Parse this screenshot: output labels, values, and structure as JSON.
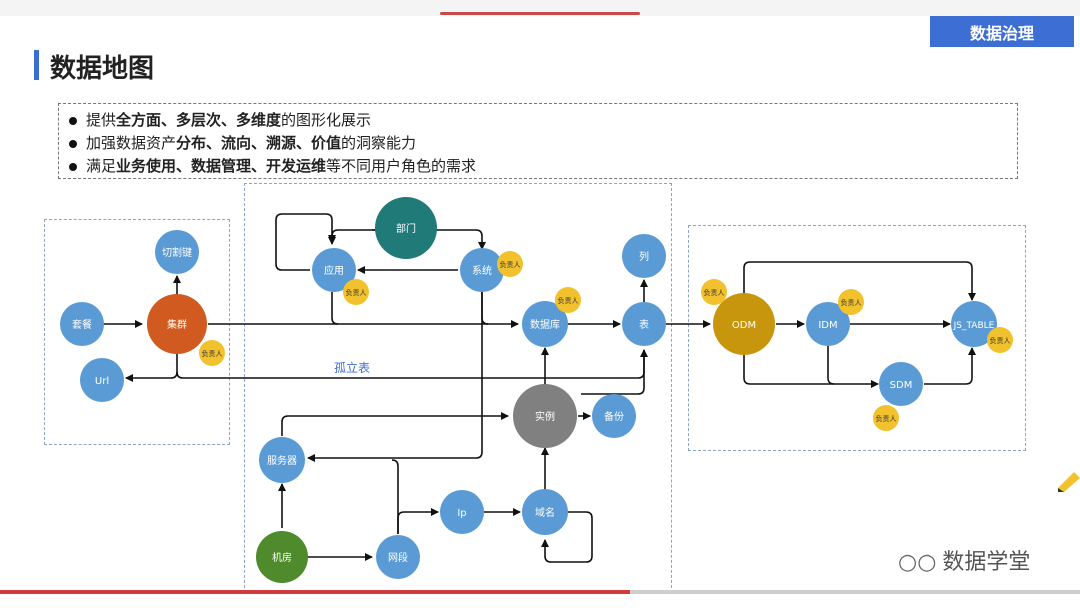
{
  "header": {
    "title": "数据地图",
    "badge": "数据治理"
  },
  "bullets": [
    {
      "parts": [
        {
          "t": "提供",
          "b": false
        },
        {
          "t": "全方面、多层次、多维度",
          "b": true
        },
        {
          "t": "的图形化展示",
          "b": false
        }
      ]
    },
    {
      "parts": [
        {
          "t": "加强数据资产",
          "b": false
        },
        {
          "t": "分布、流向、溯源、价值",
          "b": true
        },
        {
          "t": "的洞察能力",
          "b": false
        }
      ]
    },
    {
      "parts": [
        {
          "t": "满足",
          "b": false
        },
        {
          "t": "业务使用、数据管理、开发运维",
          "b": true
        },
        {
          "t": "等不同用户角色的需求",
          "b": false
        }
      ]
    }
  ],
  "diagram": {
    "nodes": {
      "kkj": "切割键",
      "taocan": "套餐",
      "jiqun": "集群",
      "url": "Url",
      "bumen": "部门",
      "yingyong": "应用",
      "xitong": "系统",
      "lie": "列",
      "shujuku": "数据库",
      "biao": "表",
      "shili": "实例",
      "beifen": "备份",
      "fuwuqi": "服务器",
      "ip": "Ip",
      "yuming": "域名",
      "jifang": "机房",
      "wangduan": "网段",
      "odm": "ODM",
      "idm": "IDM",
      "sdm": "SDM",
      "jstable": "JS_TABLE"
    },
    "owner_label": "负责人",
    "edge_label_isolated": "孤立表"
  },
  "watermark": "数据学堂",
  "colors": {
    "accent": "#3c6ed3",
    "node_blue": "#5b9bd5",
    "node_orange": "#d05a1f",
    "node_teal": "#1f7a78",
    "node_gray": "#808080",
    "node_green": "#4f8a2c",
    "node_gold": "#c8960c",
    "owner_yellow": "#f2c12e"
  }
}
